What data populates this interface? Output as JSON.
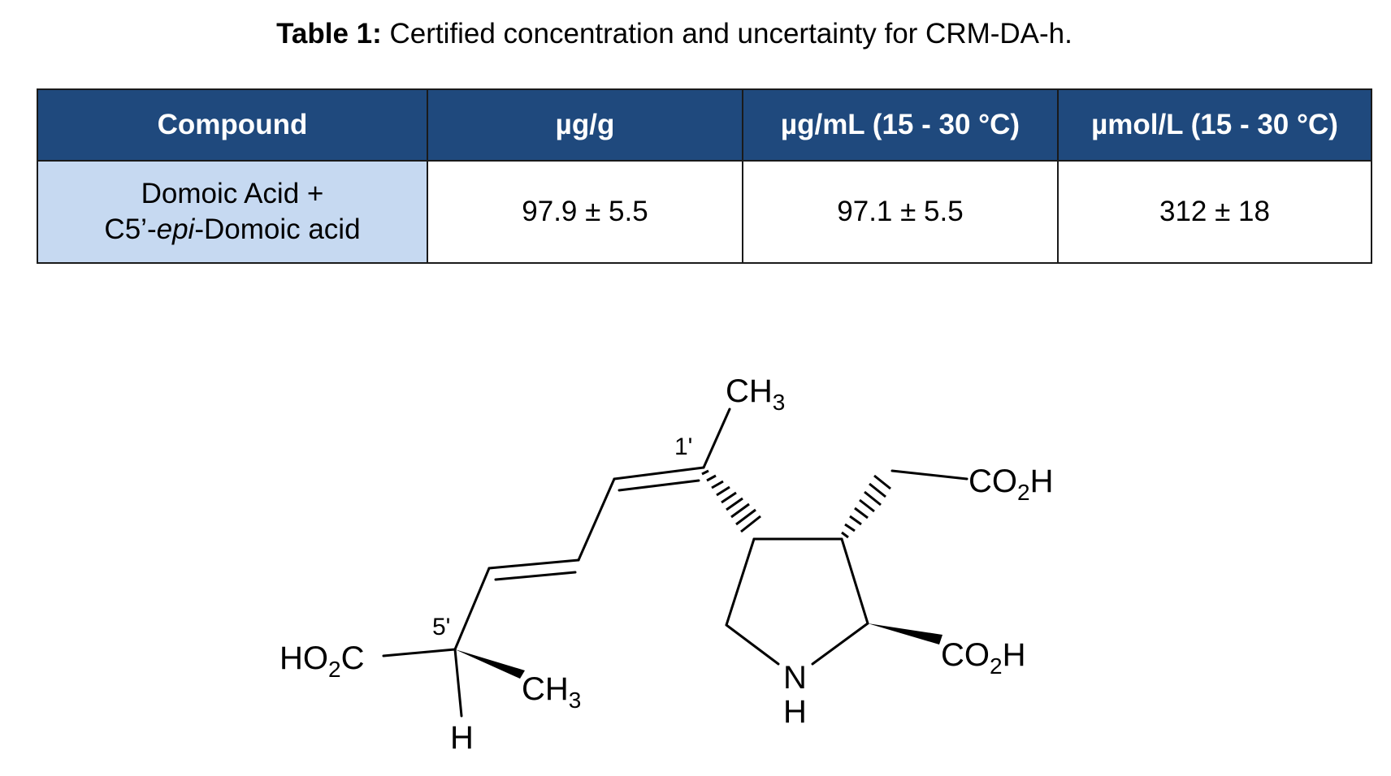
{
  "caption": {
    "label": "Table 1:",
    "text": " Certified concentration and uncertainty for CRM-DA-h."
  },
  "table": {
    "headers": [
      "Compound",
      "µg/g",
      "µg/mL (15 - 30 °C)",
      "µmol/L (15 - 30 °C)"
    ],
    "row": {
      "compound_line1": "Domoic Acid +",
      "compound_line2_prefix": "C5’-",
      "compound_line2_italic": "epi",
      "compound_line2_suffix": "-Domoic acid",
      "ug_per_g": "97.9 ± 5.5",
      "ug_per_ml": "97.1 ± 5.5",
      "umol_per_l": "312 ± 18"
    }
  },
  "structure": {
    "top_methyl": {
      "main": "CH",
      "sub": "3"
    },
    "label_1prime": "1'",
    "label_5prime": "5'",
    "side_acid": {
      "pre": "CO",
      "sub": "2",
      "post": "H"
    },
    "ring_acid": {
      "pre": "CO",
      "sub": "2",
      "post": "H"
    },
    "left_acid": {
      "pre": "HO",
      "sub": "2",
      "post": "C"
    },
    "bottom_methyl": {
      "main": "CH",
      "sub": "3"
    },
    "stereo_h": "H",
    "ring_n": "N",
    "ring_nh": "H"
  }
}
